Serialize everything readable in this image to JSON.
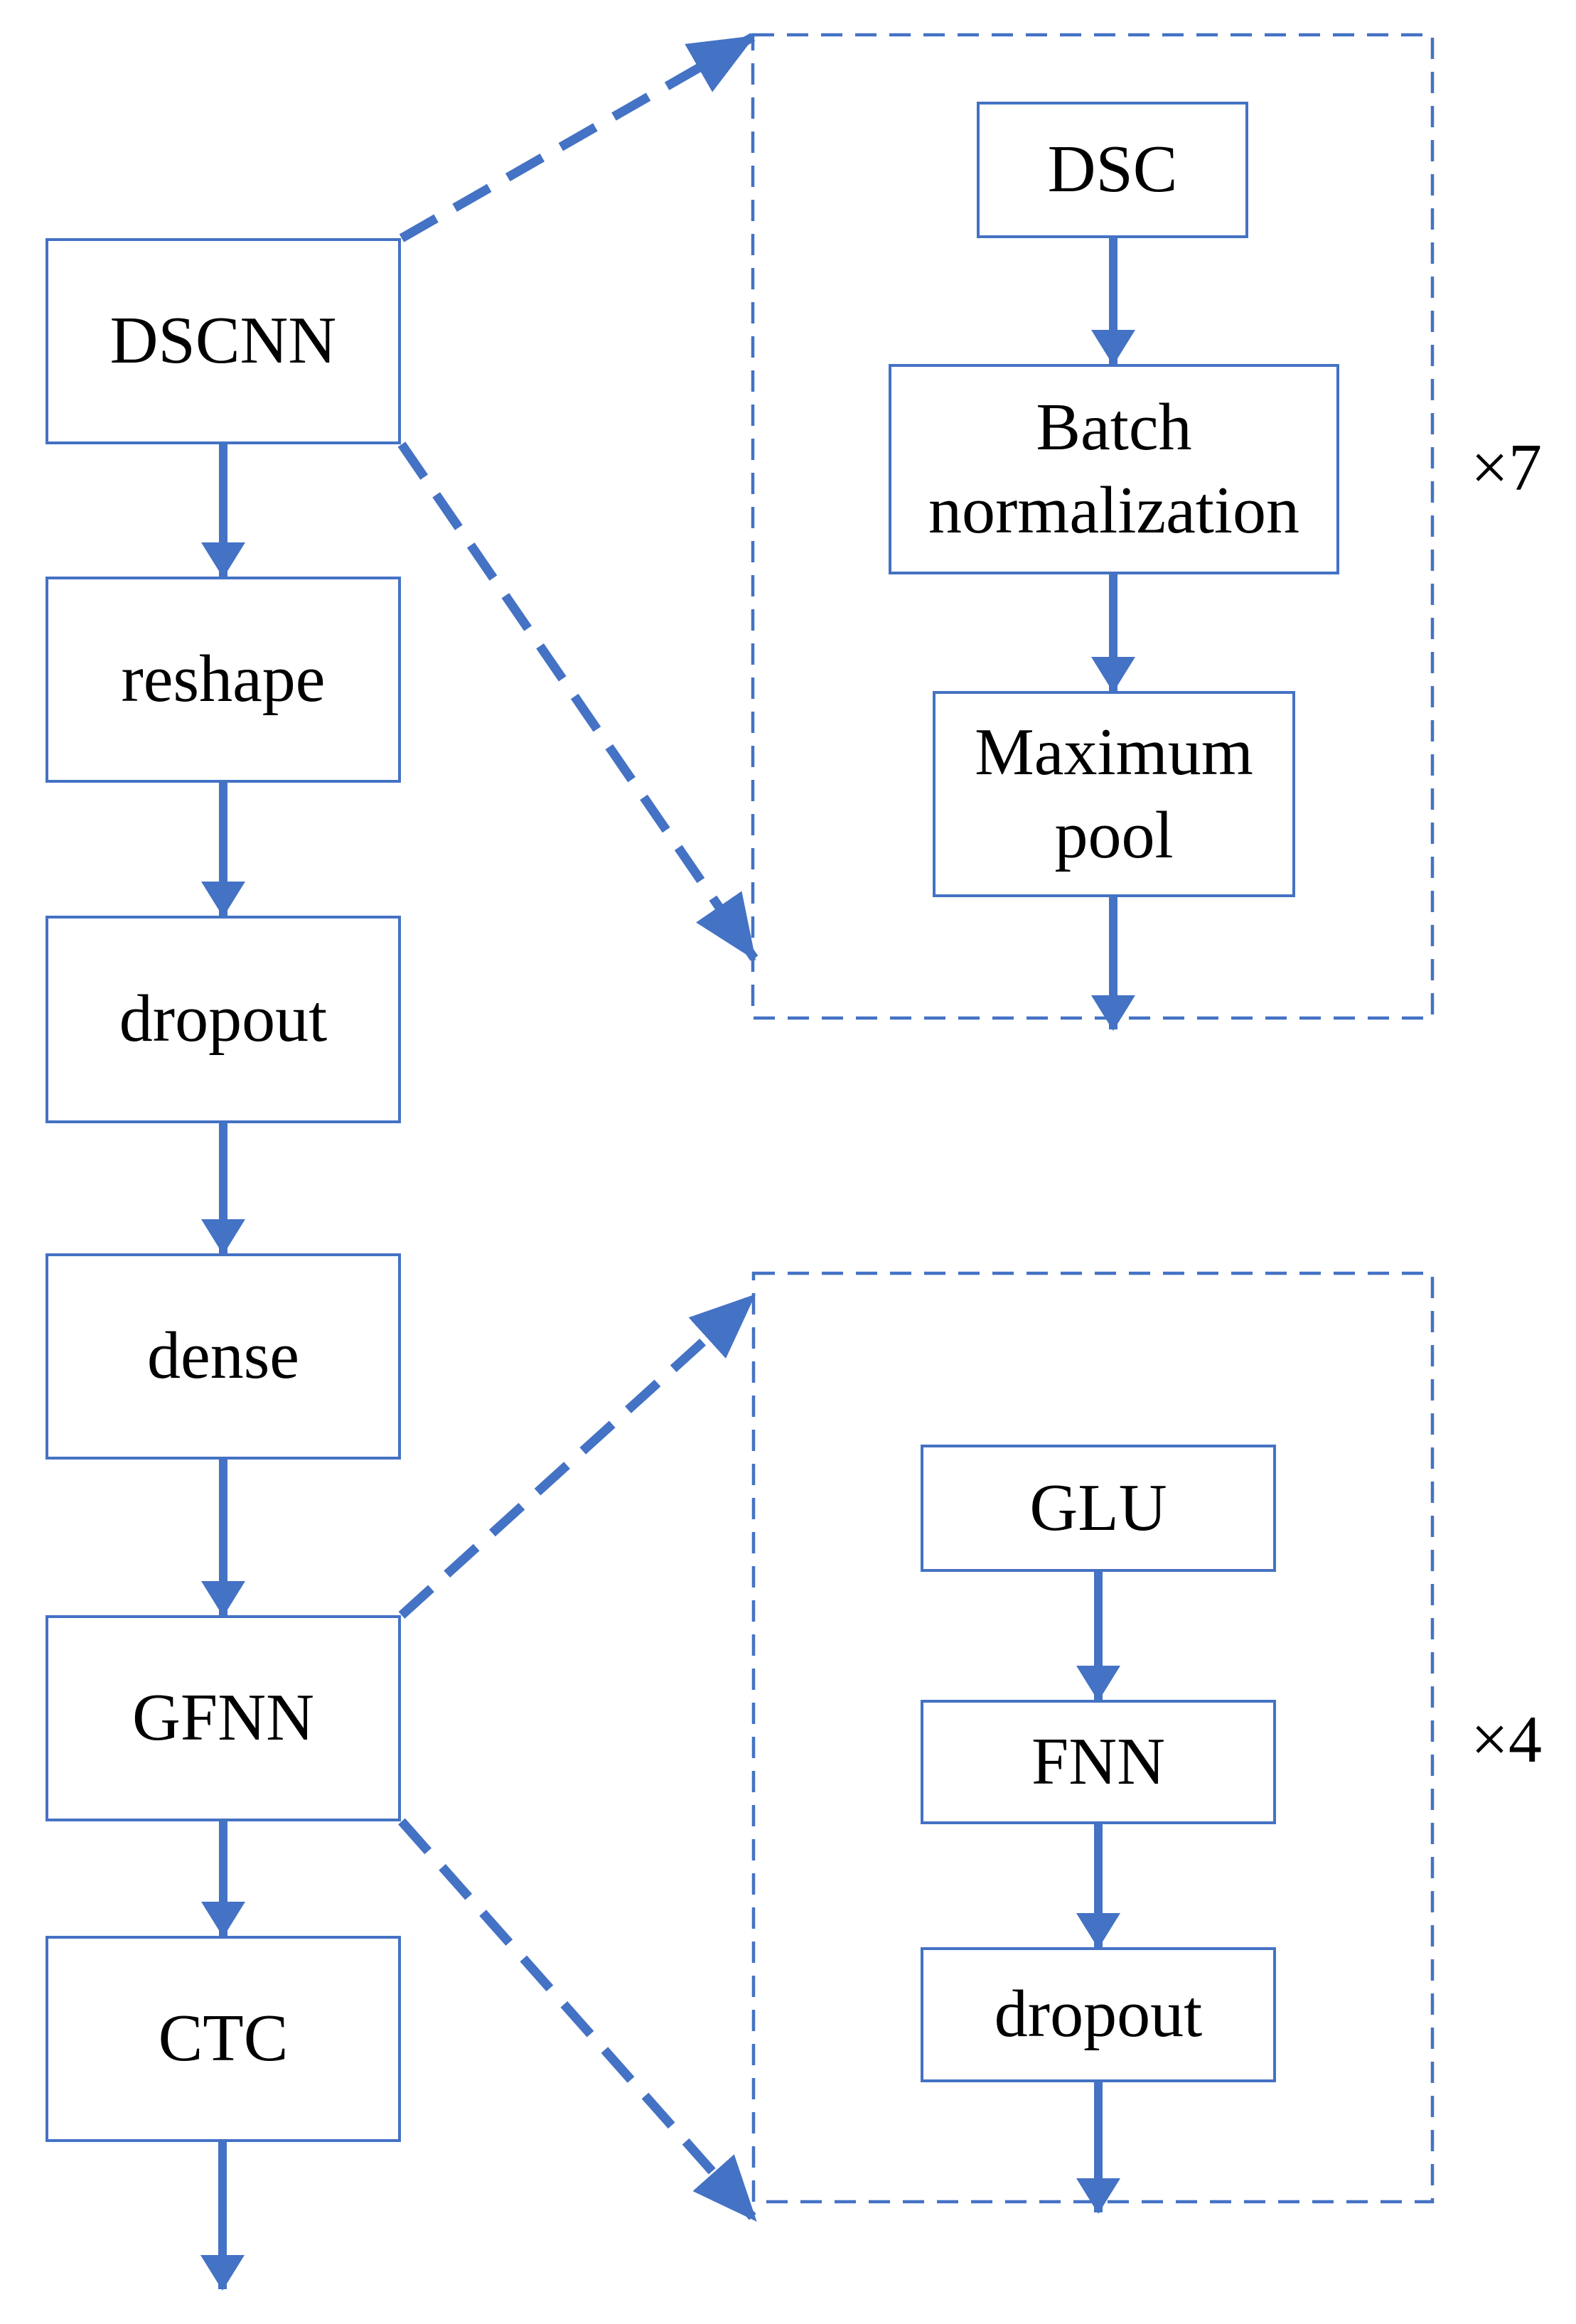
{
  "figure": {
    "accent_color": "#4472C4",
    "text_color": "#000000",
    "background": "#ffffff"
  },
  "main_pipeline": {
    "nodes": [
      {
        "id": "dscnn",
        "label": "DSCNN"
      },
      {
        "id": "reshape",
        "label": "reshape"
      },
      {
        "id": "dropout",
        "label": "dropout"
      },
      {
        "id": "dense",
        "label": "dense"
      },
      {
        "id": "gfnn",
        "label": "GFNN"
      },
      {
        "id": "ctc",
        "label": "CTC"
      }
    ]
  },
  "dscnn_detail_block": {
    "repeat_label": "×7",
    "nodes": [
      {
        "id": "dsc",
        "label": "DSC"
      },
      {
        "id": "batch-normalization",
        "label": "Batch normalization"
      },
      {
        "id": "maximum-pool",
        "label": "Maximum pool"
      }
    ]
  },
  "gfnn_detail_block": {
    "repeat_label": "×4",
    "nodes": [
      {
        "id": "glu",
        "label": "GLU"
      },
      {
        "id": "fnn",
        "label": "FNN"
      },
      {
        "id": "dropout",
        "label": "dropout"
      }
    ]
  }
}
